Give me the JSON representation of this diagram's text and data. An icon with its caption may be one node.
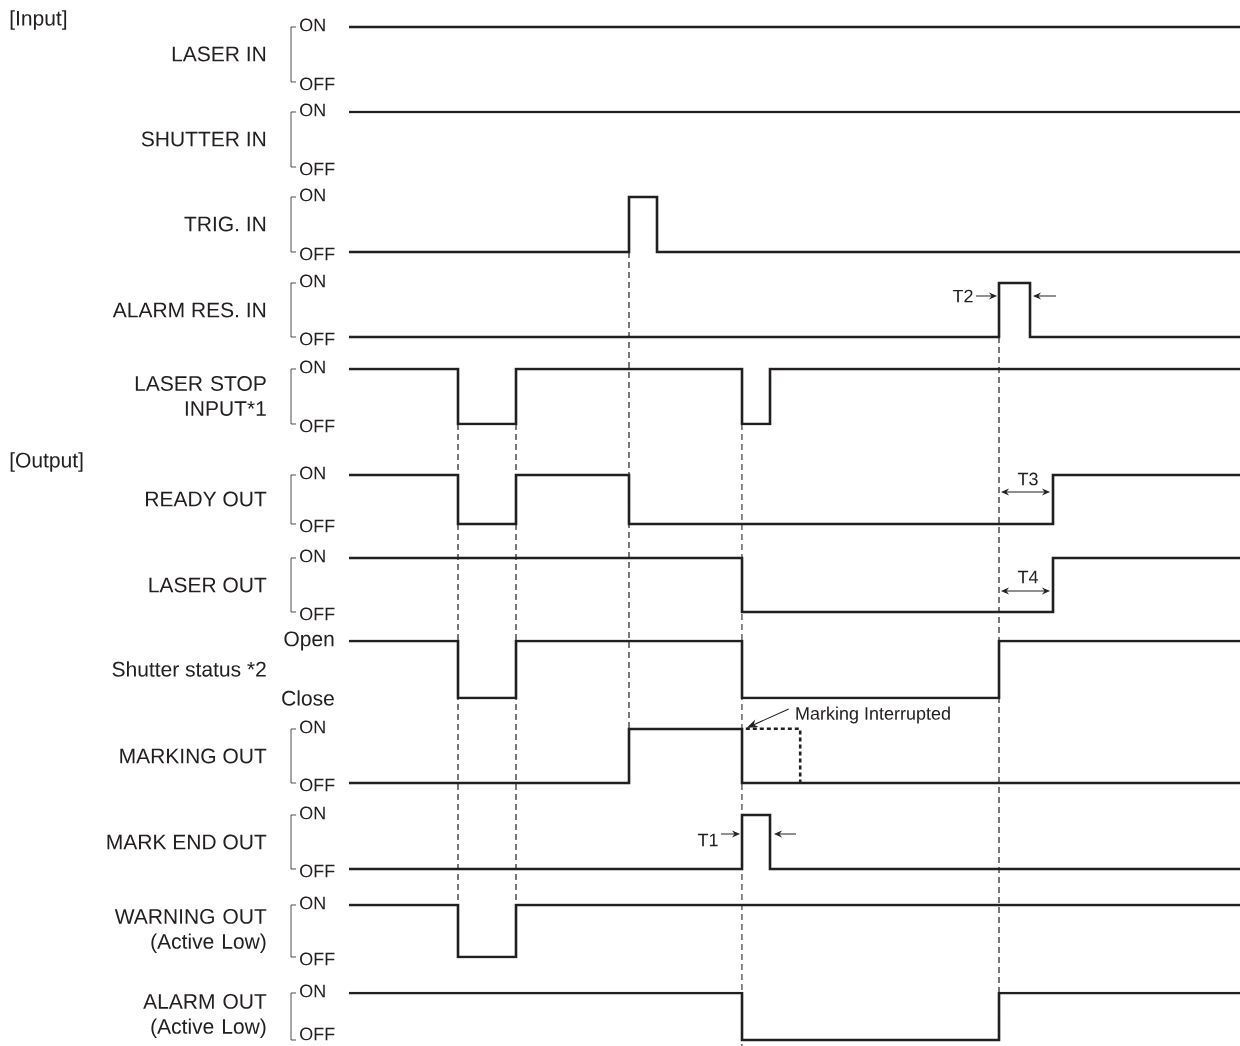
{
  "diagram": {
    "nodes": [
      {
        "text": [
          "Marking Interrupted"
        ]
      },
      {
        "text": [],
        "shape": "line"
      }
    ],
    "edges": [
      {
        "from": 0,
        "to": 1,
        "arrow": "to"
      }
    ],
    "labels": [
      "[Input]",
      "LASER IN",
      "ON",
      "OFF",
      "SHUTTER IN",
      "ON",
      "OFF",
      "TRIG. IN",
      "ON",
      "OFF",
      "ALARM RES. IN",
      "ON",
      "OFF",
      "T2",
      "LASER STOP INPUT*1",
      "ON",
      "OFF",
      "[Output]",
      "READY OUT",
      "ON",
      "OFF",
      "T3",
      "LASER OUT",
      "ON",
      "OFF",
      "T4",
      "Shutter status *2",
      "Open",
      "Close",
      "MARKING OUT",
      "ON",
      "OFF",
      "MARK END OUT",
      "ON",
      "OFF",
      "T1",
      "WARNING OUT (Active Low)",
      "ON",
      "OFF",
      "ALARM OUT (Active Low)",
      "ON",
      "OFF"
    ]
  }
}
